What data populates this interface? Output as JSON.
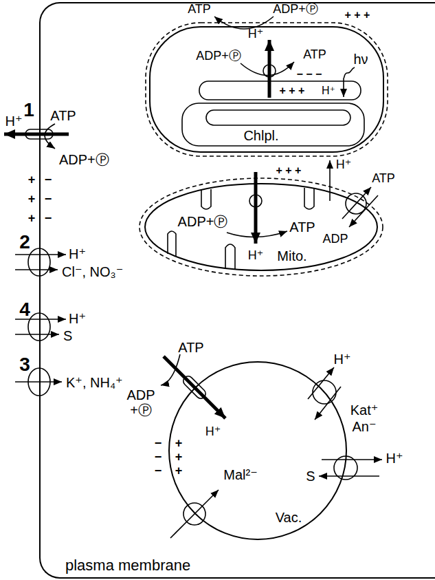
{
  "diagram": {
    "nodes": [
      {
        "text": [
          "plasma membrane"
        ]
      },
      {
        "text": [
          "Chlpl."
        ],
        "in": 0
      },
      {
        "text": [
          "Mito."
        ],
        "in": 0
      },
      {
        "text": [
          "Vac."
        ],
        "in": 0
      }
    ],
    "labels": [
      "1",
      "ATP",
      "H⁺",
      "ADP+Ⓟ",
      "+",
      "−",
      "+",
      "−",
      "+",
      "−",
      "2",
      "H⁺",
      "Cl⁻, NO₃⁻",
      "4",
      "H⁺",
      "S",
      "3",
      "K⁺, NH₄⁺",
      "ATP",
      "ADP+Ⓟ",
      "+ + +",
      "ADP+Ⓟ",
      "H⁺",
      "ATP",
      "− − −",
      "+ + +",
      "hν",
      "H⁺",
      "+ + +",
      "H⁺",
      "ADP+Ⓟ",
      "ATP",
      "H⁺",
      "ATP",
      "ADP",
      "ATP",
      "ADP +Ⓟ",
      "H⁺",
      "−",
      "+",
      "−",
      "+",
      "−",
      "+",
      "Mal²⁻",
      "H⁺",
      "Kat⁺",
      "An⁻",
      "H⁺",
      "S"
    ]
  }
}
